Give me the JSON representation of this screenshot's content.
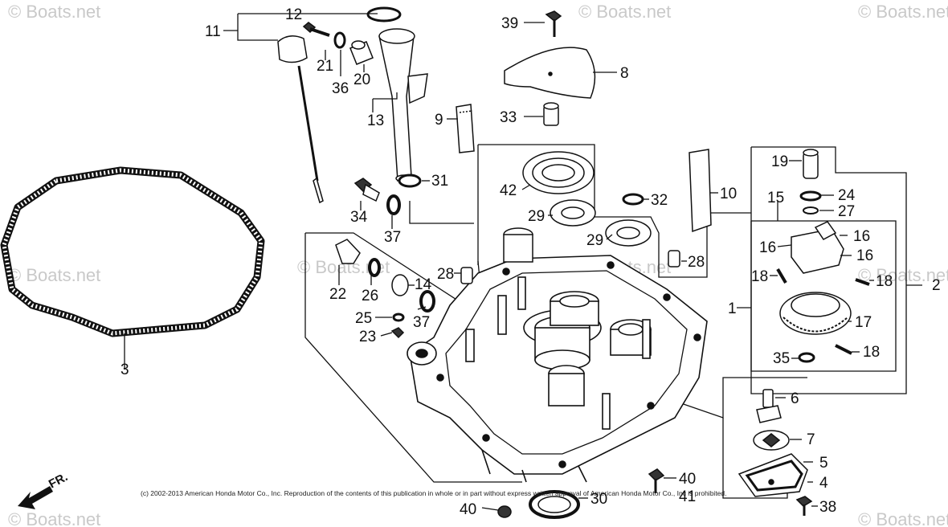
{
  "watermark": "© Boats.net",
  "copyright": "(c) 2002-2013 American Honda Motor Co., Inc. Reproduction of the contents of this publication in whole or in part without express written approval of American Honda Motor Co., Inc is prohibited.",
  "direction_label": "FR.",
  "callouts": {
    "n1": "1",
    "n2": "2",
    "n3": "3",
    "n4": "4",
    "n5": "5",
    "n6": "6",
    "n7": "7",
    "n8": "8",
    "n9": "9",
    "n10": "10",
    "n11": "11",
    "n12": "12",
    "n13": "13",
    "n14": "14",
    "n15": "15",
    "n16a": "16",
    "n16b": "16",
    "n16c": "16",
    "n17": "17",
    "n18a": "18",
    "n18b": "18",
    "n18c": "18",
    "n19": "19",
    "n20": "20",
    "n21": "21",
    "n22": "22",
    "n23": "23",
    "n24": "24",
    "n25": "25",
    "n26": "26",
    "n27": "27",
    "n28a": "28",
    "n28b": "28",
    "n29a": "29",
    "n29b": "29",
    "n30": "30",
    "n31": "31",
    "n32": "32",
    "n33": "33",
    "n34": "34",
    "n35": "35",
    "n36": "36",
    "n37a": "37",
    "n37b": "37",
    "n38": "38",
    "n39": "39",
    "n40a": "40",
    "n40b": "40",
    "n41": "41",
    "n42": "42"
  }
}
